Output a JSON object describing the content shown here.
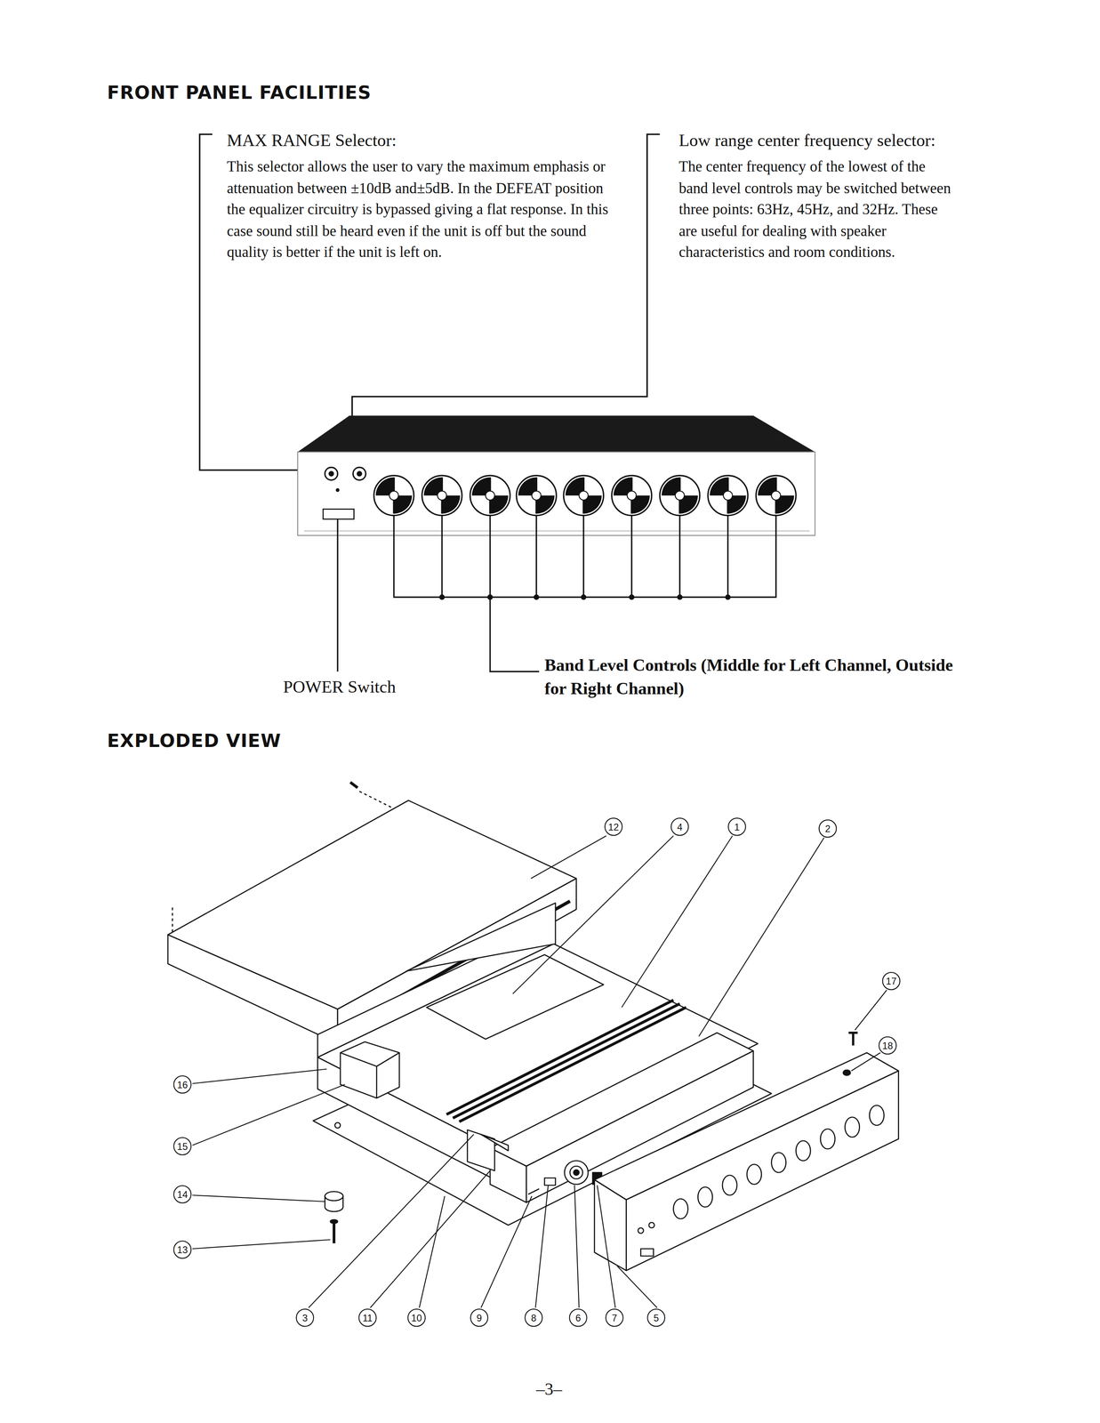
{
  "diagram": {
    "title": "FRONT PANEL FACILITIES",
    "nodes": [
      {
        "text": [
          "MAX RANGE Selector:",
          "This selector allows the user to vary the maximum emphasis or attenuation between ±10dB and±5dB. In the DEFEAT position the equalizer circuitry is bypassed giving a flat response. In this case sound still be heard even if the unit is off but the sound quality is better if the unit is left on."
        ]
      },
      {
        "text": [
          "Low range center frequency selector:",
          "The center frequency of the lowest of the band level controls may be switched between three points: 63Hz, 45Hz, and 32Hz. These are useful for dealing with speaker characteristics and room conditions."
        ]
      }
    ],
    "labels": [
      "POWER Switch",
      "Band Level Controls (Middle for Left Channel, Outside for Right Channel)",
      "EXPLODED VIEW",
      "12",
      "4",
      "1",
      "2",
      "17",
      "18",
      "16",
      "15",
      "14",
      "13",
      "3",
      "11",
      "10",
      "9",
      "8",
      "6",
      "7",
      "5",
      "–3–"
    ]
  }
}
